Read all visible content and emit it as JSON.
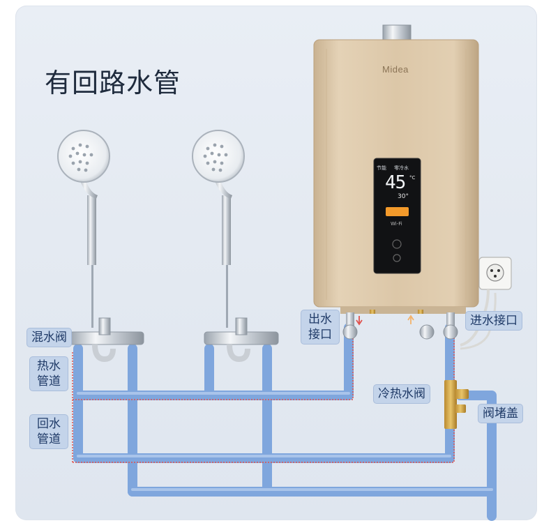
{
  "title": "有回路水管",
  "brand": "Midea",
  "display": {
    "temperature": "45",
    "temp_unit": "°C",
    "secondary": "30°",
    "left_caption": "节能",
    "right_caption": "零冷水",
    "wifi": "Wi-Fi"
  },
  "labels": {
    "mixing_valve": "混水阀",
    "hot_pipe_1": "热水",
    "hot_pipe_2": "管道",
    "return_pipe_1": "回水",
    "return_pipe_2": "管道",
    "outlet_1": "出水",
    "outlet_2": "接口",
    "inlet": "进水接口",
    "hot_cold_valve": "冷热水阀",
    "valve_cap": "阀堵盖"
  },
  "colors": {
    "pipe_blue": "#7fa6dd",
    "pipe_red_line": "#e0514d",
    "heater_body": "#d8c3a4",
    "label_bg": "#c4d4ea",
    "label_text": "#1f3a67"
  }
}
